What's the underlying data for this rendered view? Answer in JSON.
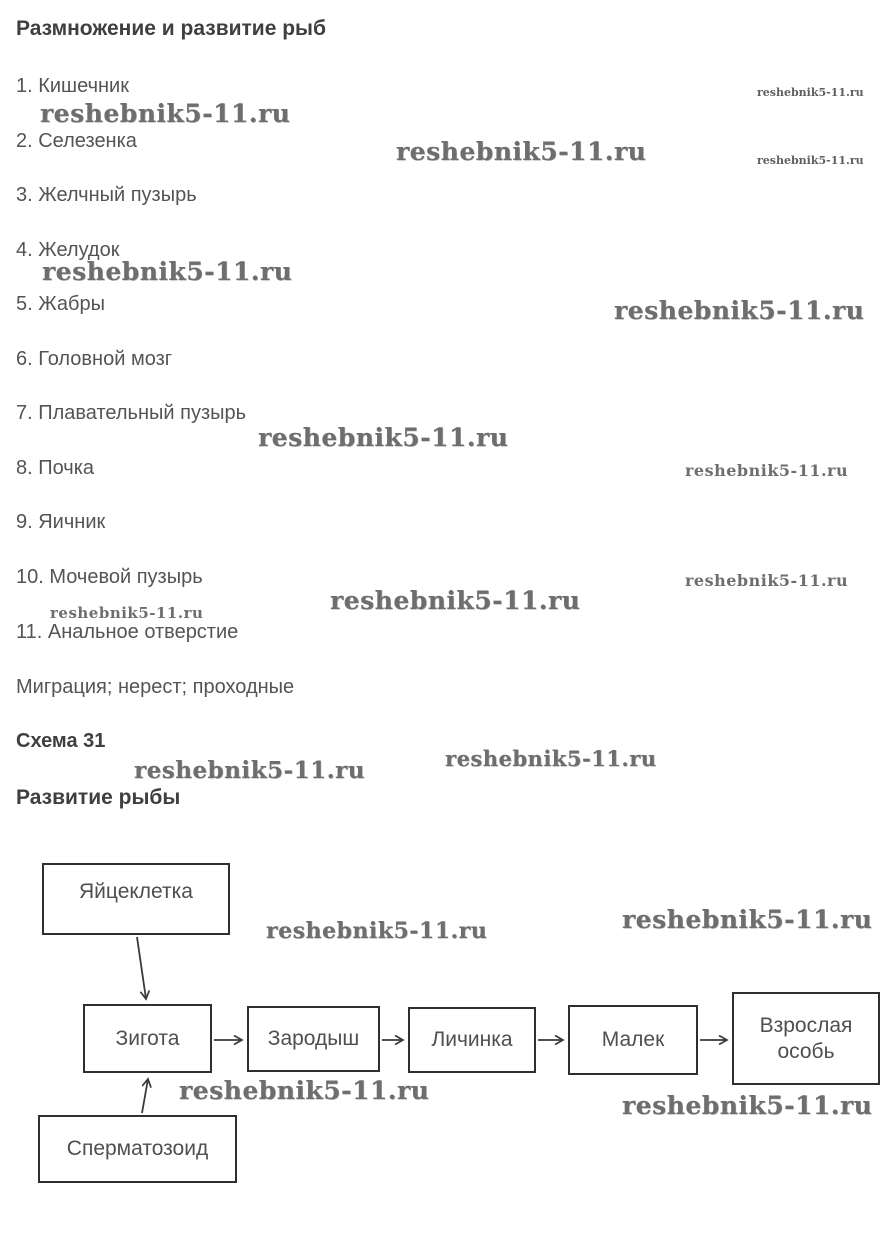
{
  "content": {
    "title": "Размножение и развитие рыб",
    "list_items": [
      "1. Кишечник",
      "2. Селезенка",
      "3. Желчный пузырь",
      "4. Желудок",
      "5. Жабры",
      "6. Головной мозг",
      "7. Плавательный пузырь",
      "8. Почка",
      "9. Яичник",
      "10. Мочевой пузырь",
      "11. Анальное отверстие"
    ],
    "terms_line": "Миграция; нерест; проходные",
    "scheme_number": "Схема 31",
    "scheme_title": "Развитие рыбы"
  },
  "watermark": {
    "text": "reshebnik5-11.ru",
    "color": "#6e6e6e"
  },
  "diagram": {
    "nodes": [
      {
        "label": "Яйцеклетка"
      },
      {
        "label": "Сперматозоид"
      },
      {
        "label": "Зигота"
      },
      {
        "label": "Зародыш"
      },
      {
        "label": "Личинка"
      },
      {
        "label": "Малек"
      },
      {
        "label": "Взрослая особь"
      }
    ],
    "edges": [
      {
        "from": "Яйцеклетка",
        "to": "Зигота"
      },
      {
        "from": "Сперматозоид",
        "to": "Зигота"
      },
      {
        "from": "Зигота",
        "to": "Зародыш"
      },
      {
        "from": "Зародыш",
        "to": "Личинка"
      },
      {
        "from": "Личинка",
        "to": "Малек"
      },
      {
        "from": "Малек",
        "to": "Взрослая особь"
      }
    ],
    "arrow_color": "#3a3a3a"
  }
}
